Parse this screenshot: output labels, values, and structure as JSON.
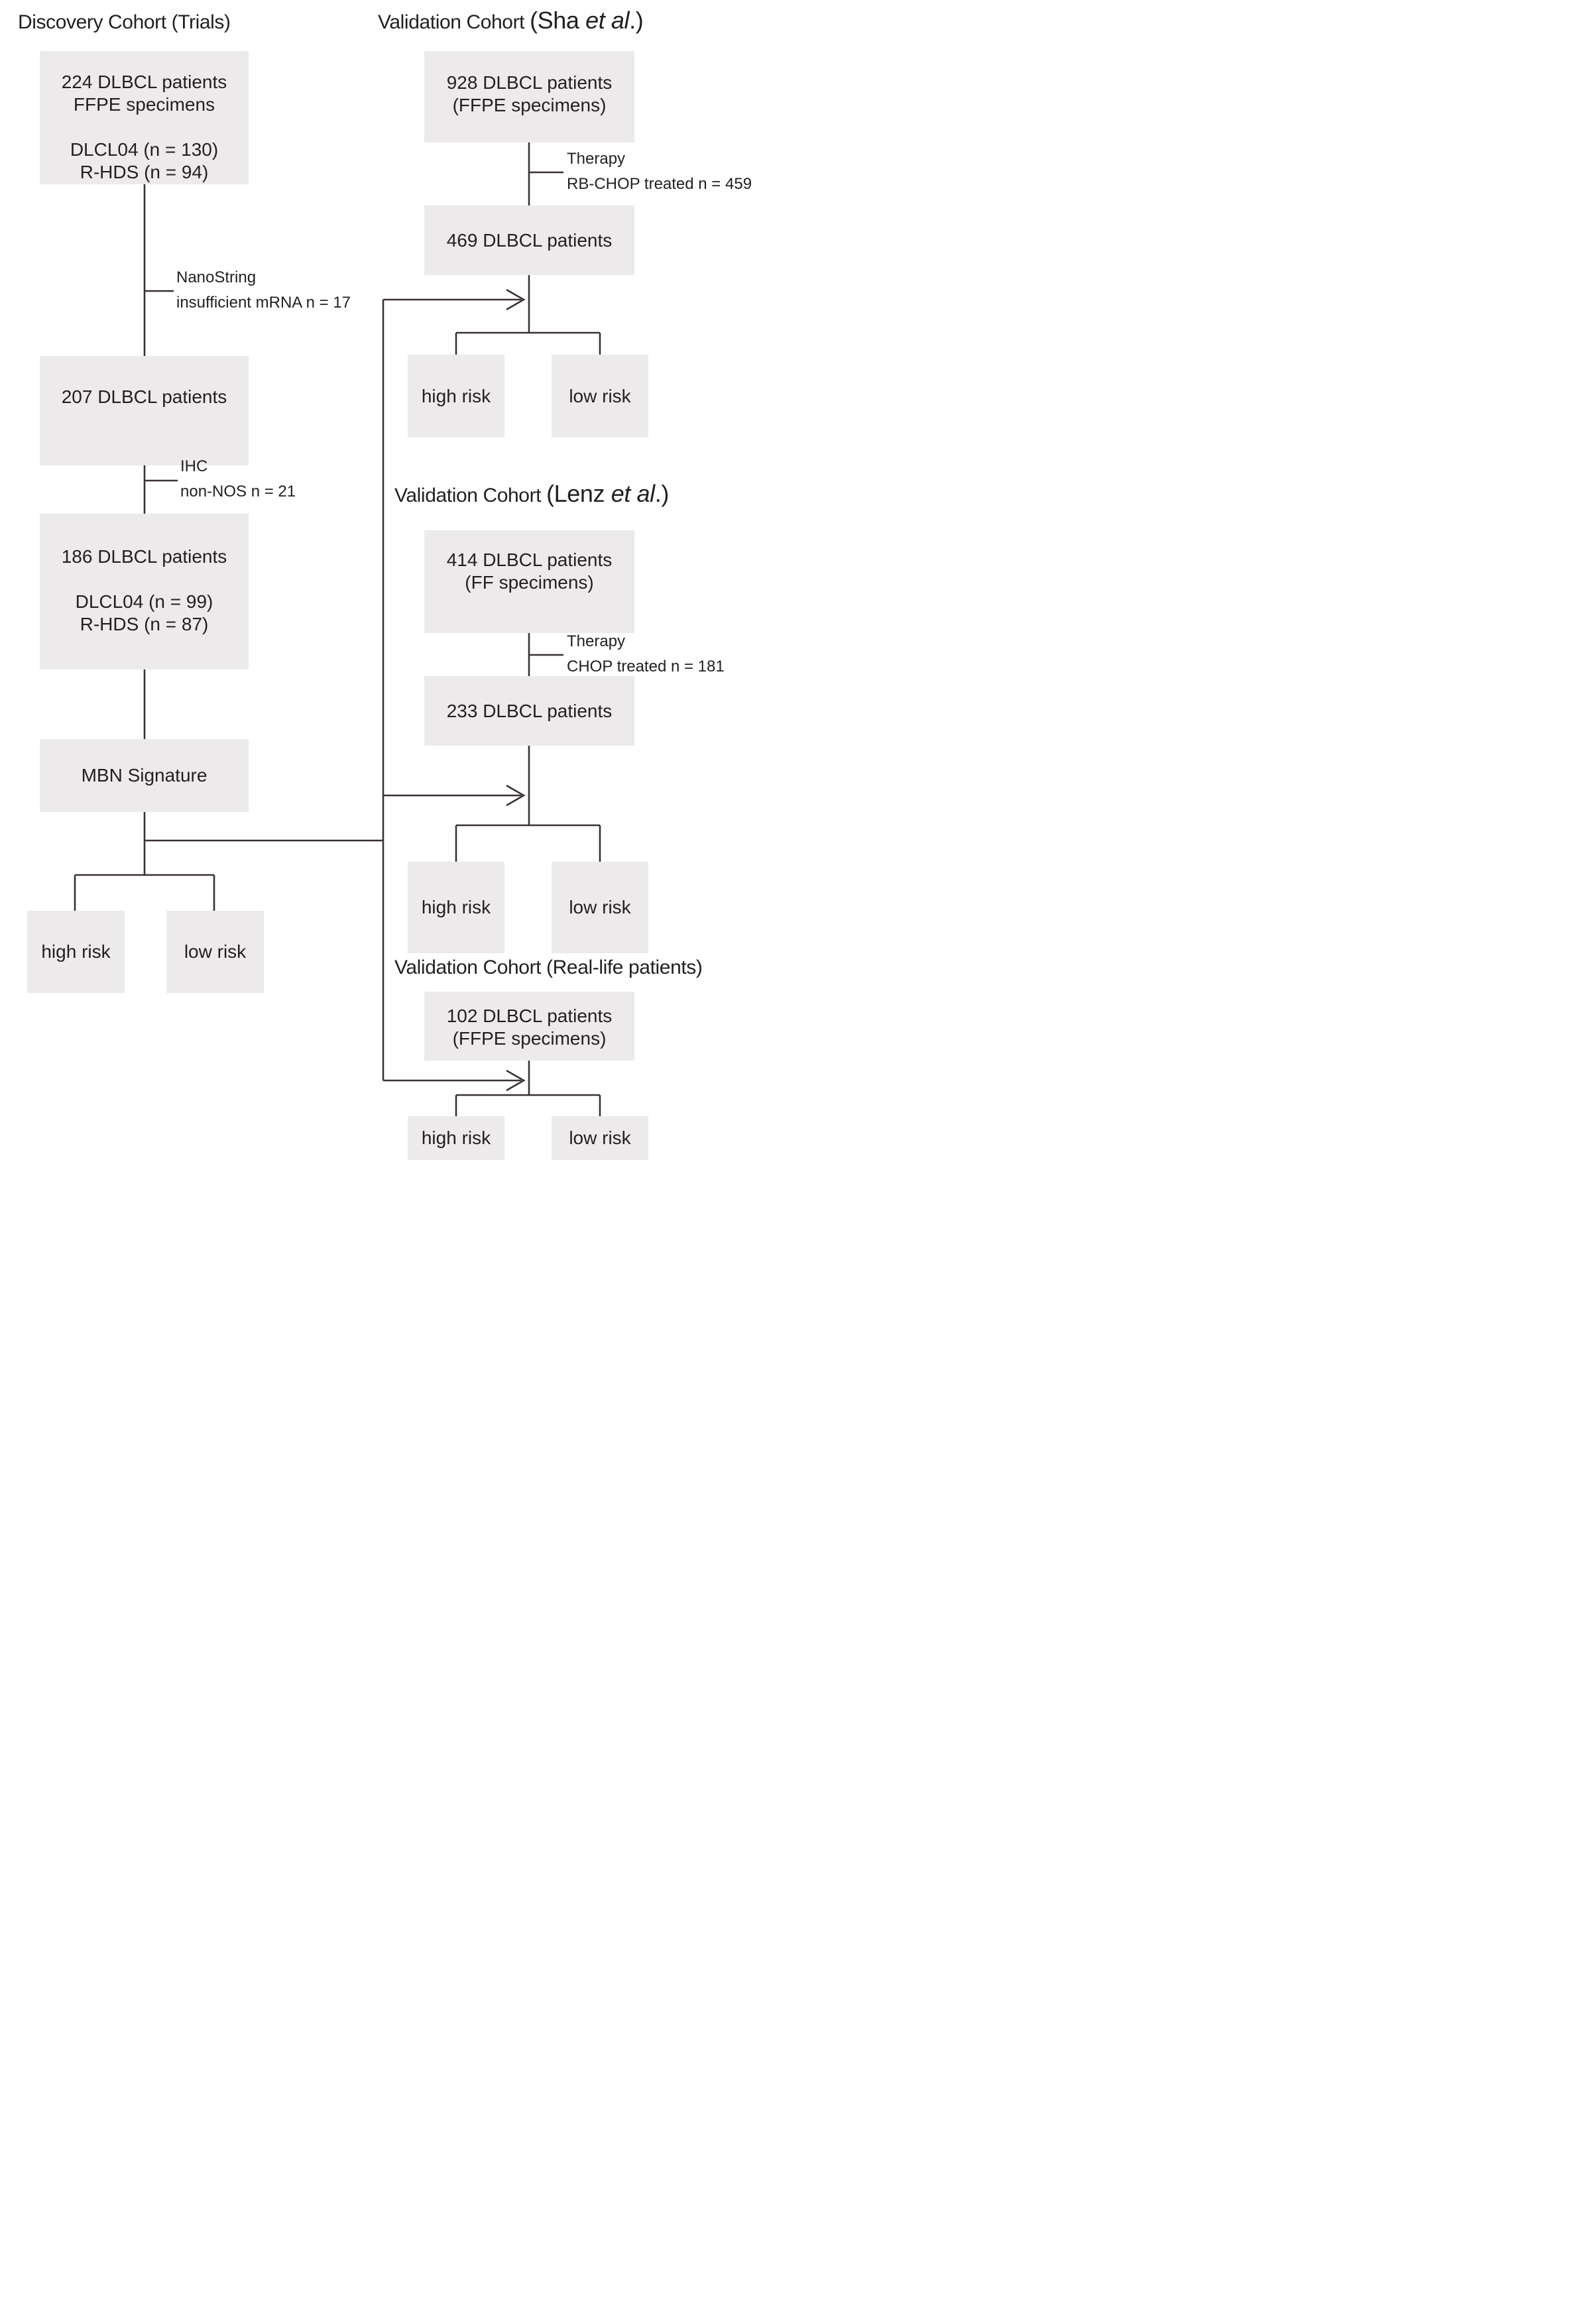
{
  "figure": {
    "kind": "patient-flow-diagram",
    "palette": {
      "background": "#ffffff",
      "box_fill": "#edeaeb",
      "line_color": "#3a3132",
      "text_color": "#231f20"
    }
  },
  "titles": {
    "discovery": {
      "pre": "Discovery Cohort (Trials)",
      "mid": "",
      "it": "",
      "post": ""
    },
    "sha": {
      "pre": "Validation Cohort ",
      "mid": "(Sha ",
      "it": "et al",
      "post": ".)"
    },
    "lenz": {
      "pre": "Validation Cohort ",
      "mid": "(Lenz ",
      "it": "et al",
      "post": ".)"
    },
    "real": {
      "pre": "Validation Cohort (Real-life patients)",
      "mid": "",
      "it": "",
      "post": ""
    }
  },
  "nodes": {
    "d224": {
      "lines": [
        "224 DLBCL patients",
        "FFPE specimens",
        "",
        "DLCL04 (n = 130)",
        "R-HDS (n = 94)"
      ]
    },
    "d207": {
      "lines": [
        "207 DLBCL patients"
      ]
    },
    "d186": {
      "lines": [
        "186 DLBCL patients",
        "",
        "DLCL04 (n = 99)",
        "R-HDS (n = 87)"
      ]
    },
    "dmbn": {
      "lines": [
        "MBN Signature"
      ]
    },
    "dhigh": {
      "lines": [
        "high risk"
      ]
    },
    "dlow": {
      "lines": [
        "low risk"
      ]
    },
    "s928": {
      "lines": [
        "928 DLBCL patients",
        "(FFPE specimens)"
      ]
    },
    "s469": {
      "lines": [
        "469 DLBCL patients"
      ]
    },
    "shigh": {
      "lines": [
        "high risk"
      ]
    },
    "slow": {
      "lines": [
        "low risk"
      ]
    },
    "l414": {
      "lines": [
        "414 DLBCL patients",
        "(FF specimens)"
      ]
    },
    "l233": {
      "lines": [
        "233 DLBCL patients"
      ]
    },
    "lhigh": {
      "lines": [
        "high risk"
      ]
    },
    "llow": {
      "lines": [
        "low risk"
      ]
    },
    "r102": {
      "lines": [
        "102 DLBCL patients",
        "(FFPE specimens)"
      ]
    },
    "rhigh": {
      "lines": [
        "high risk"
      ]
    },
    "rlow": {
      "lines": [
        "low risk"
      ]
    }
  },
  "annotations": {
    "nanostring": {
      "lines": [
        "NanoString",
        "insufficient mRNA n = 17"
      ]
    },
    "ihc": {
      "lines": [
        "IHC",
        "non-NOS n = 21"
      ]
    },
    "sha_therapy": {
      "lines": [
        "Therapy",
        "RB-CHOP treated n = 459"
      ]
    },
    "lenz_therapy": {
      "lines": [
        "Therapy",
        "CHOP treated n = 181"
      ]
    }
  }
}
